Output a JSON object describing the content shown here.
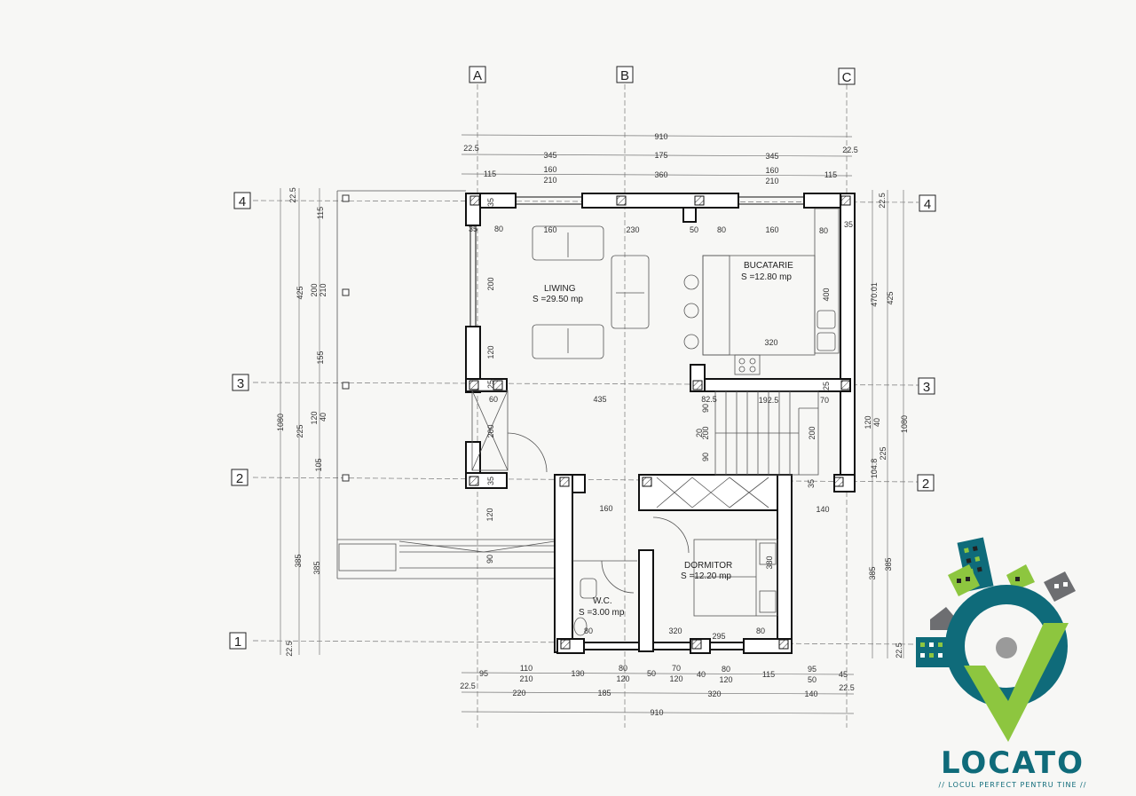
{
  "axes": {
    "columns": [
      "A",
      "B",
      "C"
    ],
    "rows_left": [
      "4",
      "3",
      "2",
      "1"
    ],
    "rows_right": [
      "4",
      "3",
      "2"
    ]
  },
  "top_dimensions": {
    "overall": "910",
    "row2": [
      "22.5",
      "345",
      "175",
      "345",
      "22.5"
    ],
    "row3_top": [
      "115",
      "160",
      "360",
      "160",
      "115"
    ],
    "row3_bottom": [
      "210",
      "210"
    ]
  },
  "bottom_dimensions": {
    "row1_top": [
      "95",
      "110",
      "130",
      "80",
      "50",
      "70",
      "40",
      "80",
      "115",
      "95",
      "45"
    ],
    "row1_bottom": [
      "210",
      "120",
      "120",
      "120",
      "50"
    ],
    "row2": [
      "22.5",
      "220",
      "185",
      "320",
      "140",
      "22.5"
    ],
    "overall": "910"
  },
  "left_dimensions": {
    "overall": "1080",
    "col2": [
      "22.5",
      "425",
      "225",
      "385",
      "22.5"
    ],
    "col3": [
      "115",
      "200",
      "210",
      "155",
      "120",
      "40",
      "105",
      "385"
    ]
  },
  "right_dimensions": {
    "overall": "1080",
    "col_a": [
      "22.5",
      "470.01",
      "120",
      "40",
      "104.8",
      "385",
      "22.5"
    ],
    "col_b": [
      "425",
      "225",
      "385"
    ]
  },
  "rooms": {
    "living": {
      "name": "LIWING",
      "area": "S =29.50 mp"
    },
    "kitchen": {
      "name": "BUCATARIE",
      "area": "S =12.80 mp"
    },
    "bedroom": {
      "name": "DORMITOR",
      "area": "S =12.20 mp"
    },
    "wc": {
      "name": "W.C.",
      "area": "S =3.00 mp"
    }
  },
  "interior_dimensions": {
    "living_top": [
      "35",
      "80",
      "160",
      "230",
      "50",
      "80",
      "160",
      "80",
      "35"
    ],
    "living_left": [
      "35",
      "200",
      "120",
      "25",
      "200",
      "35"
    ],
    "row3": [
      "60",
      "435",
      "82.5",
      "192.5",
      "70"
    ],
    "stairs": [
      "90",
      "20",
      "200",
      "200",
      "90",
      "200",
      "35",
      "25"
    ],
    "kitchen": [
      "400",
      "320"
    ],
    "hall": [
      "160",
      "140"
    ],
    "bedroom": [
      "380",
      "320",
      "295",
      "80"
    ],
    "wc": [
      "80"
    ],
    "terrace": [
      "120",
      "90"
    ]
  },
  "logo": {
    "name": "LOCATO",
    "tagline": "// LOCUL PERFECT PENTRU TINE //",
    "colors": {
      "teal": "#0f6b7a",
      "green": "#8dc63f",
      "gray": "#9a9a9a"
    }
  }
}
